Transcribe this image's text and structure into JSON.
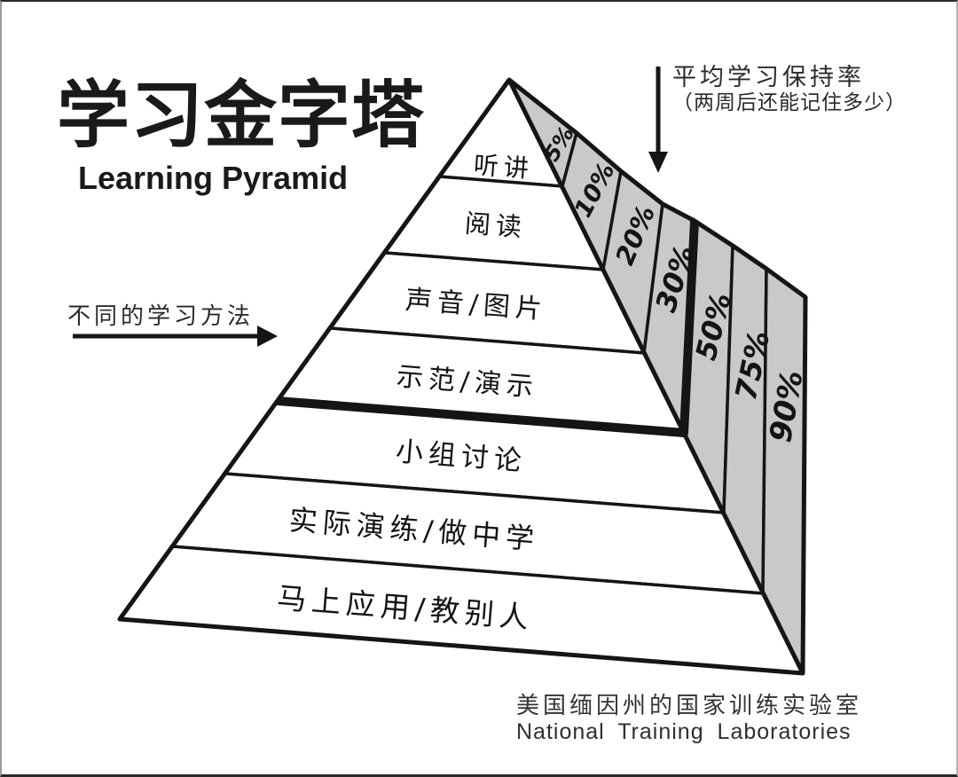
{
  "header": {
    "title_cn": "学习金字塔",
    "title_en": "Learning Pyramid"
  },
  "annotations": {
    "methods_axis_label": "不同的学习方法",
    "retention_title": "平均学习保持率",
    "retention_subtitle": "（两周后还能记住多少）"
  },
  "pyramid": {
    "levels": [
      {
        "method": "听讲",
        "retention": "5%"
      },
      {
        "method": "阅读",
        "retention": "10%"
      },
      {
        "method": "声音/图片",
        "retention": "20%"
      },
      {
        "method": "示范/演示",
        "retention": "30%"
      },
      {
        "method": "小组讨论",
        "retention": "50%"
      },
      {
        "method": "实际演练/做中学",
        "retention": "75%"
      },
      {
        "method": "马上应用/教别人",
        "retention": "90%"
      }
    ]
  },
  "footer": {
    "source_cn": "美国缅因州的国家训练实验室",
    "source_en": "National Training Laboratories"
  },
  "colors": {
    "background": "#ffffff",
    "front_face": "#ffffff",
    "side_face": "#c9c9c9",
    "outline": "#151515"
  }
}
